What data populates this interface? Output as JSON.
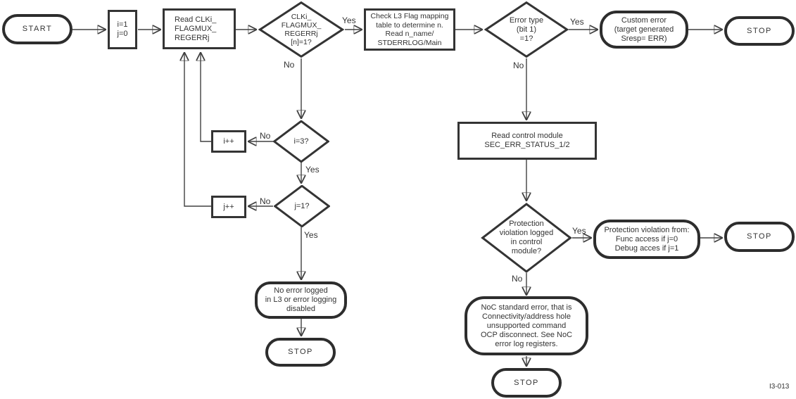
{
  "figure_label": "I3-013",
  "colors": {
    "line": "#404040",
    "shape_border": "#343434",
    "background": "#ffffff",
    "text": "#333333"
  },
  "nodes": {
    "start": "START",
    "init": "i=1\nj=0",
    "read_clki": "Read CLKi_\nFLAGMUX_\nREGERRj",
    "clki_check": "CLKi_\nFLAGMUX_\nREGERRj\n[n]=1?",
    "check_l3": "Check L3 Flag mapping\ntable to determine n.\nRead n_name/\nSTDERRLOG/Main",
    "error_type": "Error type\n(bit 1)\n=1?",
    "custom_error": "Custom error\n(target generated\nSresp= ERR)",
    "stop_top": "STOP",
    "i_inc": "i++",
    "i_check": "i=3?",
    "j_inc": "j++",
    "j_check": "j=1?",
    "no_error": "No error logged\nin L3 or error logging\ndisabled",
    "stop_left": "STOP",
    "read_ctrl": "Read control module\nSEC_ERR_STATUS_1/2",
    "prot_check": "Protection\nviolation logged\nin control\nmodule?",
    "prot_from": "Protection violation from:\nFunc access if j=0\nDebug acces if j=1",
    "stop_mid": "STOP",
    "noc_error": "NoC standard error, that is\nConnectivity/address hole\nunsupported command\nOCP disconnect. See NoC\nerror log registers.",
    "stop_bottom": "STOP"
  },
  "edge_labels": {
    "clki_yes": "Yes",
    "clki_no": "No",
    "err_yes": "Yes",
    "err_no": "No",
    "i_no": "No",
    "i_yes": "Yes",
    "j_no": "No",
    "j_yes": "Yes",
    "prot_yes": "Yes",
    "prot_no": "No"
  }
}
